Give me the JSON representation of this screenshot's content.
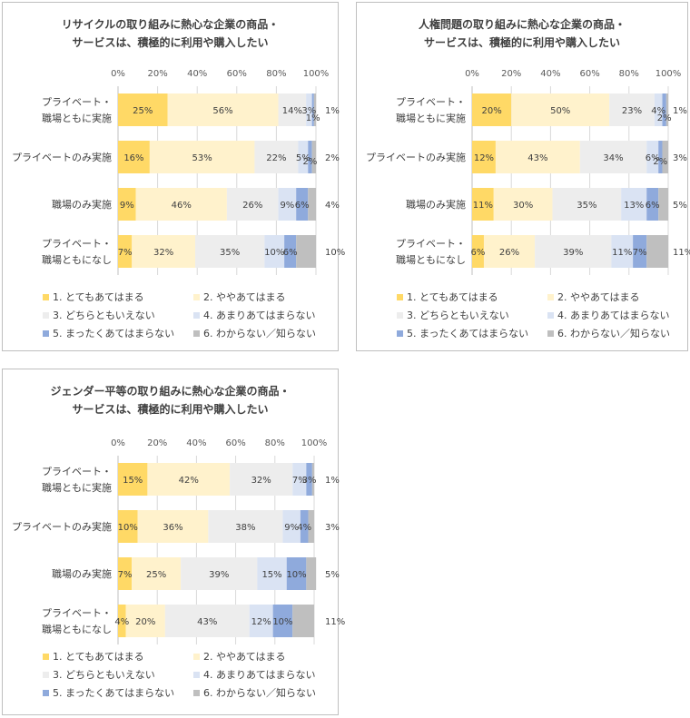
{
  "legend_labels": [
    "1. とてもあてはまる",
    "2. ややあてはまる",
    "3. どちらともいえない",
    "4. あまりあてはまらない",
    "5. まったくあてはまらない",
    "6. わからない／知らない"
  ],
  "colors": [
    "#FFD966",
    "#FFF2CC",
    "#EDEDED",
    "#DAE3F3",
    "#8FAADC",
    "#BFBFBF"
  ],
  "chart_data": [
    {
      "type": "bar",
      "orientation": "horizontal",
      "stacked": true,
      "title_line1": "リサイクルの取り組みに熱心な企業の商品・",
      "title_line2": "サービスは、積極的に利用や購入したい",
      "xlim": [
        0,
        100
      ],
      "x_ticks": [
        "0%",
        "20%",
        "40%",
        "60%",
        "80%",
        "100%"
      ],
      "categories": [
        [
          "プライベート・",
          "職場ともに実施"
        ],
        [
          "プライベートのみ実施"
        ],
        [
          "職場のみ実施"
        ],
        [
          "プライベート・",
          "職場ともになし"
        ]
      ],
      "values": [
        [
          25,
          56,
          14,
          3,
          1,
          1
        ],
        [
          16,
          53,
          22,
          5,
          2,
          2
        ],
        [
          9,
          46,
          26,
          9,
          6,
          4
        ],
        [
          7,
          32,
          35,
          10,
          6,
          10
        ]
      ],
      "labels": [
        [
          "25%",
          "56%",
          "14%",
          "3%",
          "1%",
          "1%"
        ],
        [
          "16%",
          "53%",
          "22%",
          "5%",
          "2%",
          "2%"
        ],
        [
          "9%",
          "46%",
          "26%",
          "9%",
          "6%",
          "4%"
        ],
        [
          "7%",
          "32%",
          "35%",
          "10%",
          "6%",
          "10%"
        ]
      ]
    },
    {
      "type": "bar",
      "orientation": "horizontal",
      "stacked": true,
      "title_line1": "人権問題の取り組みに熱心な企業の商品・",
      "title_line2": "サービスは、積極的に利用や購入したい",
      "xlim": [
        0,
        100
      ],
      "x_ticks": [
        "0%",
        "20%",
        "40%",
        "60%",
        "80%",
        "100%"
      ],
      "categories": [
        [
          "プライベート・",
          "職場ともに実施"
        ],
        [
          "プライベートのみ実施"
        ],
        [
          "職場のみ実施"
        ],
        [
          "プライベート・",
          "職場ともになし"
        ]
      ],
      "values": [
        [
          20,
          50,
          23,
          4,
          2,
          1
        ],
        [
          12,
          43,
          34,
          6,
          2,
          3
        ],
        [
          11,
          30,
          35,
          13,
          6,
          5
        ],
        [
          6,
          26,
          39,
          11,
          7,
          11
        ]
      ],
      "labels": [
        [
          "20%",
          "50%",
          "23%",
          "4%",
          "2%",
          "1%"
        ],
        [
          "12%",
          "43%",
          "34%",
          "6%",
          "2%",
          "3%"
        ],
        [
          "11%",
          "30%",
          "35%",
          "13%",
          "6%",
          "5%"
        ],
        [
          "6%",
          "26%",
          "39%",
          "11%",
          "7%",
          "11%"
        ]
      ]
    },
    {
      "type": "bar",
      "orientation": "horizontal",
      "stacked": true,
      "title_line1": "ジェンダー平等の取り組みに熱心な企業の商品・",
      "title_line2": "サービスは、積極的に利用や購入したい",
      "xlim": [
        0,
        100
      ],
      "x_ticks": [
        "0%",
        "20%",
        "40%",
        "60%",
        "80%",
        "100%"
      ],
      "categories": [
        [
          "プライベート・",
          "職場ともに実施"
        ],
        [
          "プライベートのみ実施"
        ],
        [
          "職場のみ実施"
        ],
        [
          "プライベート・",
          "職場ともになし"
        ]
      ],
      "values": [
        [
          15,
          42,
          32,
          7,
          3,
          1
        ],
        [
          10,
          36,
          38,
          9,
          4,
          3
        ],
        [
          7,
          25,
          39,
          15,
          10,
          5
        ],
        [
          4,
          20,
          43,
          12,
          10,
          11
        ]
      ],
      "labels": [
        [
          "15%",
          "42%",
          "32%",
          "7%",
          "3%",
          "1%"
        ],
        [
          "10%",
          "36%",
          "38%",
          "9%",
          "4%",
          "3%"
        ],
        [
          "7%",
          "25%",
          "39%",
          "15%",
          "10%",
          "5%"
        ],
        [
          "4%",
          "20%",
          "43%",
          "12%",
          "10%",
          "11%"
        ]
      ]
    }
  ]
}
